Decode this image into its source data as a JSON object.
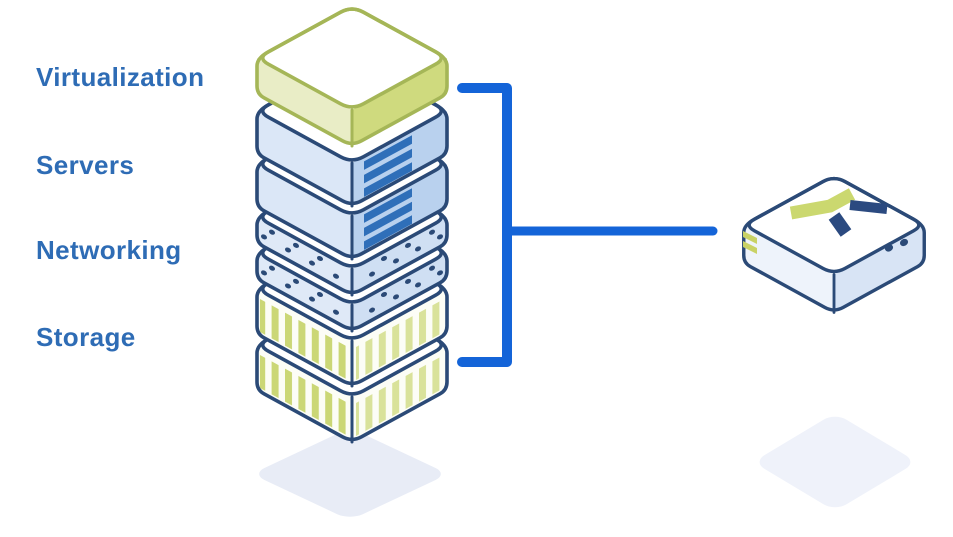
{
  "colors": {
    "background": "#ffffff",
    "labelBlue": "#2e6cb5",
    "navy": "#2b4a77",
    "connectorBlue": "#1464d8",
    "serverLeft": "#dbe7f7",
    "serverRight": "#b9d1ee",
    "serverBar": "#2f6fb9",
    "netLeft": "#dfe9f7",
    "netRight": "#cfdff3",
    "storageFace": "#fcfdf6",
    "storageStripe": "#cbd776",
    "greenLeft": "#e9edc6",
    "greenRight": "#cfda7e",
    "greenStroke": "#a5b657",
    "nodeLeft": "#eef3fb",
    "nodeRight": "#d8e4f5",
    "logoGreen": "#cbd86f",
    "logoNavy": "#2b4a80",
    "ventOlive": "#c9d266",
    "shadowStack": "#e8ecf6",
    "shadowNode": "#eff2fa"
  },
  "diagram": {
    "stack": {
      "layers": [
        {
          "id": "virtualization",
          "label": "Virtualization",
          "boxes": 1,
          "style": "green-top"
        },
        {
          "id": "servers",
          "label": "Servers",
          "boxes": 2,
          "style": "blue-vent-bars"
        },
        {
          "id": "networking",
          "label": "Networking",
          "boxes": 2,
          "style": "perforated-dots"
        },
        {
          "id": "storage",
          "label": "Storage",
          "boxes": 2,
          "style": "green-stripes"
        }
      ]
    },
    "node": {
      "icon": "x-logo-icon",
      "vents": 2,
      "ports": 2
    }
  }
}
